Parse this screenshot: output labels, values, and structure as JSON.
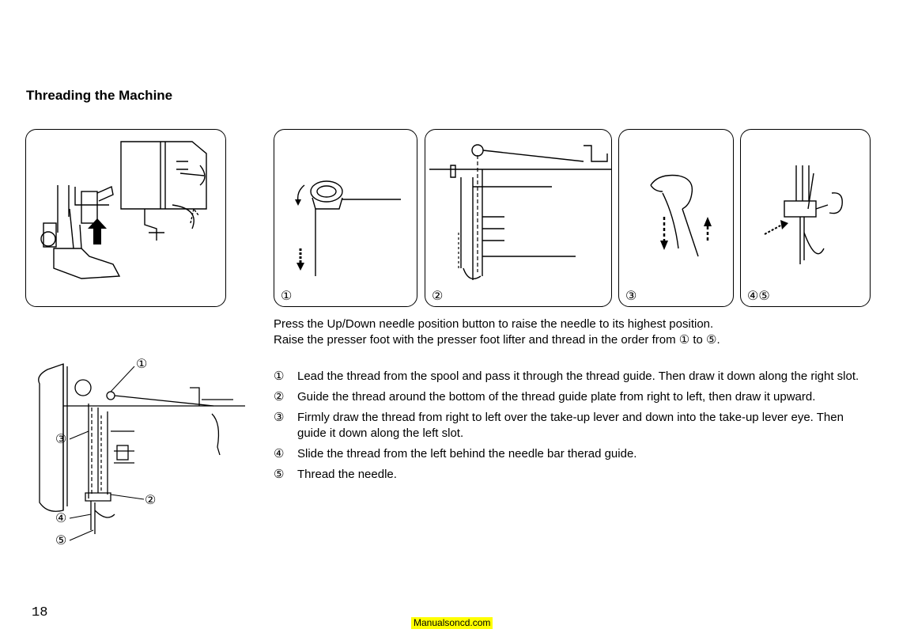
{
  "page": {
    "title": "Threading the Machine",
    "page_number": "18",
    "watermark": "Manualsoncd.com"
  },
  "panels": [
    {
      "label": ""
    },
    {
      "label": "①"
    },
    {
      "label": "② "
    },
    {
      "label": "③"
    },
    {
      "label": "④⑤"
    }
  ],
  "diagram_callouts": [
    "①",
    "③",
    "②",
    "④",
    "⑤"
  ],
  "intro": [
    "Press the Up/Down needle position button to raise the needle to its highest position.",
    "Raise the presser foot with the presser foot lifter and thread in the order from ① to ⑤."
  ],
  "steps": [
    {
      "num": "①",
      "text": "Lead the thread from the spool and pass it through the thread guide. Then draw it down along the right slot."
    },
    {
      "num": "②",
      "text": "Guide the thread around the bottom of the thread guide plate from right to left, then draw it upward."
    },
    {
      "num": "③",
      "text": "Firmly draw the thread from right to left over the take-up lever and down into the take-up lever eye. Then guide it down along the left slot."
    },
    {
      "num": "④",
      "text": "Slide the thread from the left behind the needle bar therad guide."
    },
    {
      "num": "⑤",
      "text": "Thread the needle."
    }
  ]
}
